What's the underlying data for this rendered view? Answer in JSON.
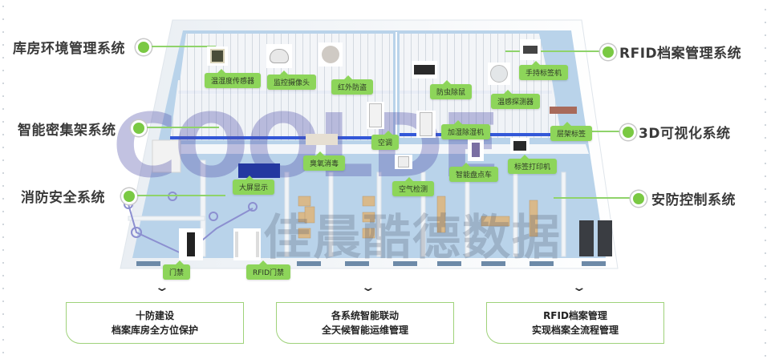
{
  "systems_left": [
    {
      "label": "库房环境管理系统"
    },
    {
      "label": "智能密集架系统"
    },
    {
      "label": "消防安全系统"
    }
  ],
  "systems_right": [
    {
      "label": "RFID档案管理系统"
    },
    {
      "label": "3D可视化系统"
    },
    {
      "label": "安防控制系统"
    }
  ],
  "devices": [
    {
      "label": "温湿度传感器",
      "icon": "thermo-hygrometer-icon"
    },
    {
      "label": "监控摄像头",
      "icon": "dome-camera-icon"
    },
    {
      "label": "红外防盗",
      "icon": "infrared-sensor-icon"
    },
    {
      "label": "防虫除鼠",
      "icon": "pest-repeller-icon"
    },
    {
      "label": "温感探测器",
      "icon": "heat-detector-icon"
    },
    {
      "label": "手持标签机",
      "icon": "handheld-reader-icon"
    },
    {
      "label": "加湿除湿机",
      "icon": "dehumidifier-icon"
    },
    {
      "label": "层架标签",
      "icon": "shelf-tag-icon"
    },
    {
      "label": "空调",
      "icon": "air-conditioner-icon"
    },
    {
      "label": "臭氧消毒",
      "icon": "ozone-sterilizer-icon"
    },
    {
      "label": "空气检测",
      "icon": "air-monitor-icon"
    },
    {
      "label": "智能盘点车",
      "icon": "inventory-cart-icon"
    },
    {
      "label": "标签打印机",
      "icon": "label-printer-icon"
    },
    {
      "label": "大屏显示",
      "icon": "large-screen-icon"
    },
    {
      "label": "门禁",
      "icon": "access-control-icon"
    },
    {
      "label": "RFID门禁",
      "icon": "rfid-gate-icon"
    }
  ],
  "watermark": {
    "latin": "COOLDE",
    "cn": "佳晨酷德数据"
  },
  "cards": [
    {
      "line1": "十防建设",
      "line2": "档案库房全方位保护"
    },
    {
      "line1": "各系统智能联动",
      "line2": "全天候智能运维管理"
    },
    {
      "line1": "RFID档案管理",
      "line2": "实现档案全流程管理"
    }
  ],
  "colors": {
    "accent": "#7ac943",
    "tag_bg": "#8dd55a",
    "floor": "#b9d3ea",
    "card_border": "#9fd27a"
  }
}
